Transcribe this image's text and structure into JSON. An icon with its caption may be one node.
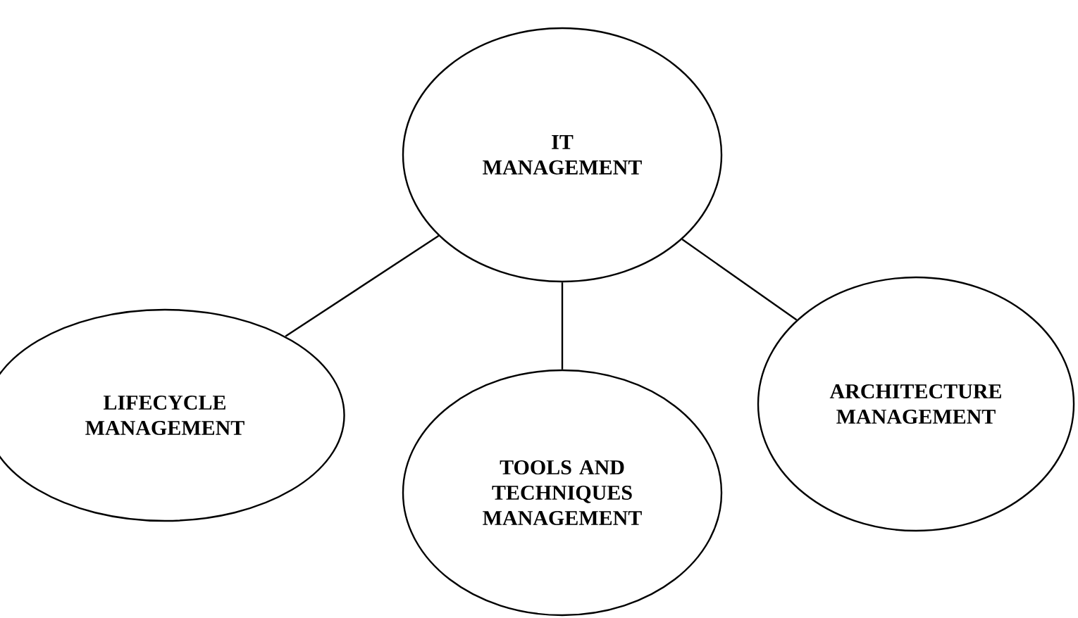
{
  "diagram": {
    "nodes": [
      {
        "text": [
          "IT MANAGEMENT"
        ]
      },
      {
        "text": [
          "LIFECYCLE MANAGEMENT"
        ]
      },
      {
        "text": [
          "TOOLS AND TECHNIQUES MANAGEMENT"
        ]
      },
      {
        "text": [
          "ARCHITECTURE MANAGEMENT"
        ]
      }
    ],
    "edges": [
      {
        "from": 0,
        "to": 1,
        "arrow": "none"
      },
      {
        "from": 0,
        "to": 2,
        "arrow": "none"
      },
      {
        "from": 0,
        "to": 3,
        "arrow": "none"
      }
    ]
  }
}
